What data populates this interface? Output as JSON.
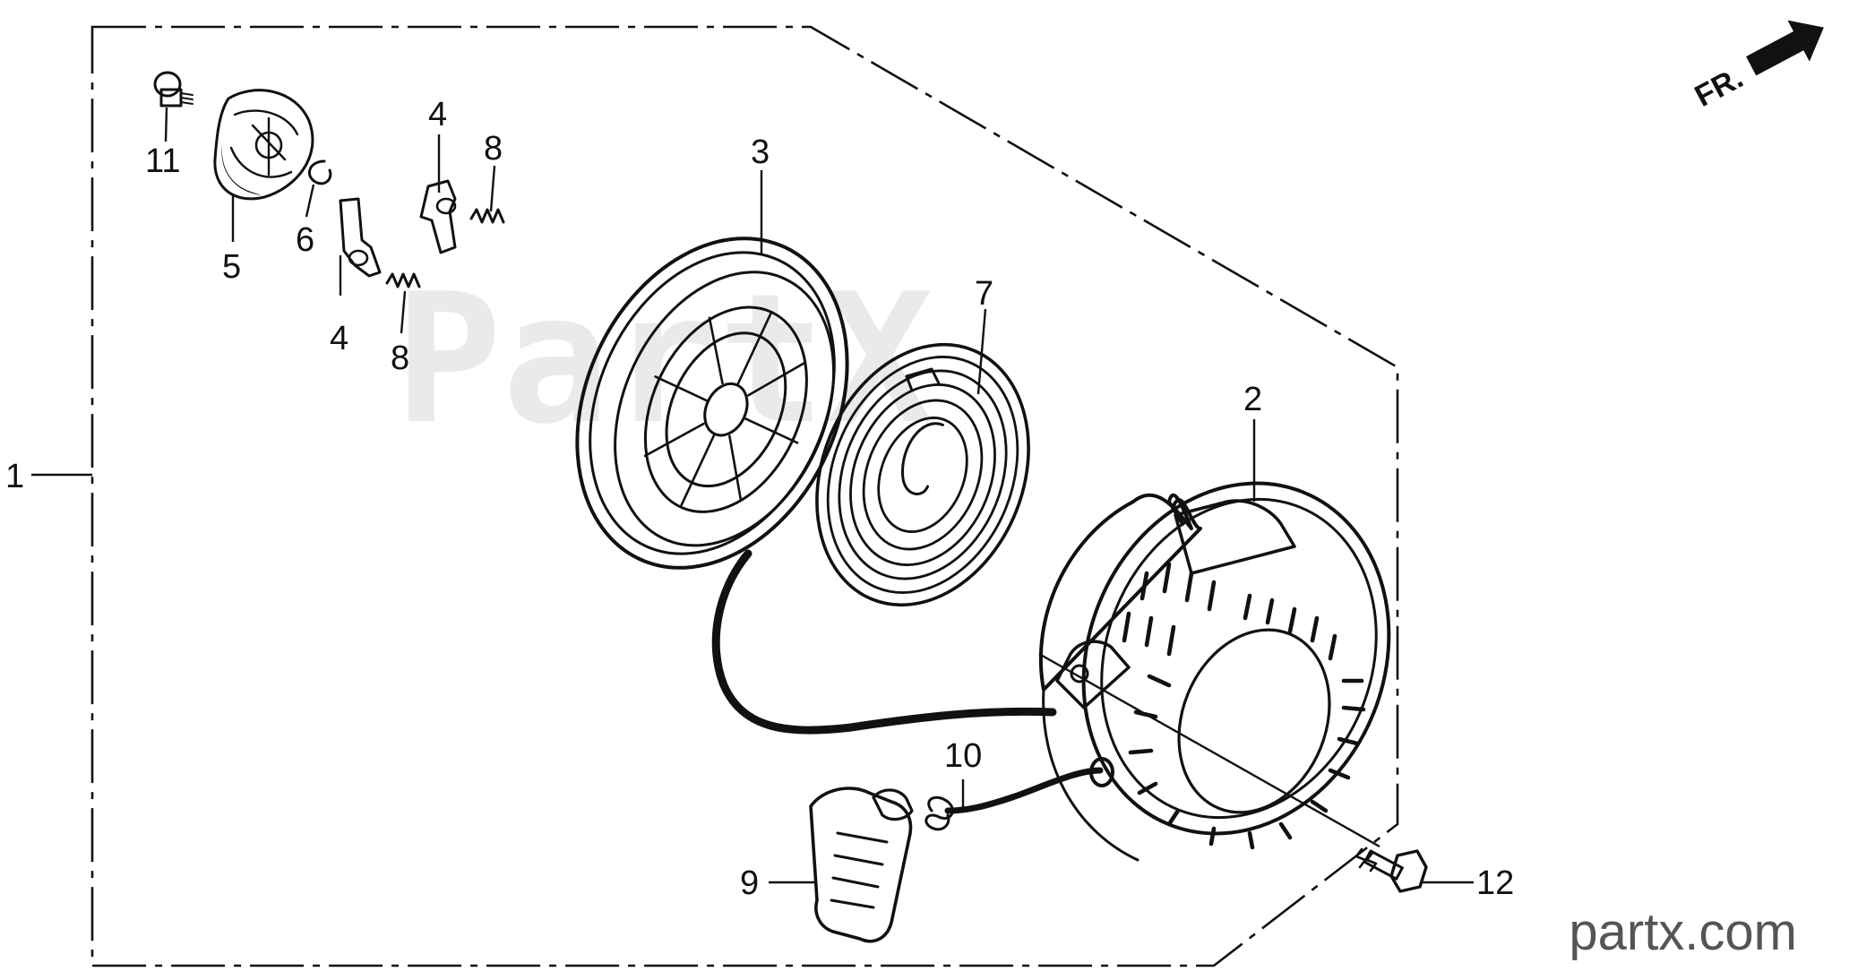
{
  "direction_marker": {
    "text": "FR."
  },
  "watermark": {
    "text": "PartX"
  },
  "brand": {
    "text": "partx.com"
  },
  "callouts": [
    {
      "id": "assembly",
      "label": "1"
    },
    {
      "id": "recoil-case",
      "label": "2"
    },
    {
      "id": "reel",
      "label": "3"
    },
    {
      "id": "ratchet-lower",
      "label": "4"
    },
    {
      "id": "ratchet-upper",
      "label": "4"
    },
    {
      "id": "ratchet-guide",
      "label": "5"
    },
    {
      "id": "friction-spring-clip",
      "label": "6"
    },
    {
      "id": "recoil-spring",
      "label": "7"
    },
    {
      "id": "spring-lower",
      "label": "8"
    },
    {
      "id": "spring-upper",
      "label": "8"
    },
    {
      "id": "starter-grip",
      "label": "9"
    },
    {
      "id": "starter-rope",
      "label": "10"
    },
    {
      "id": "setting-bolt",
      "label": "11"
    },
    {
      "id": "flange-bolt",
      "label": "12"
    }
  ]
}
